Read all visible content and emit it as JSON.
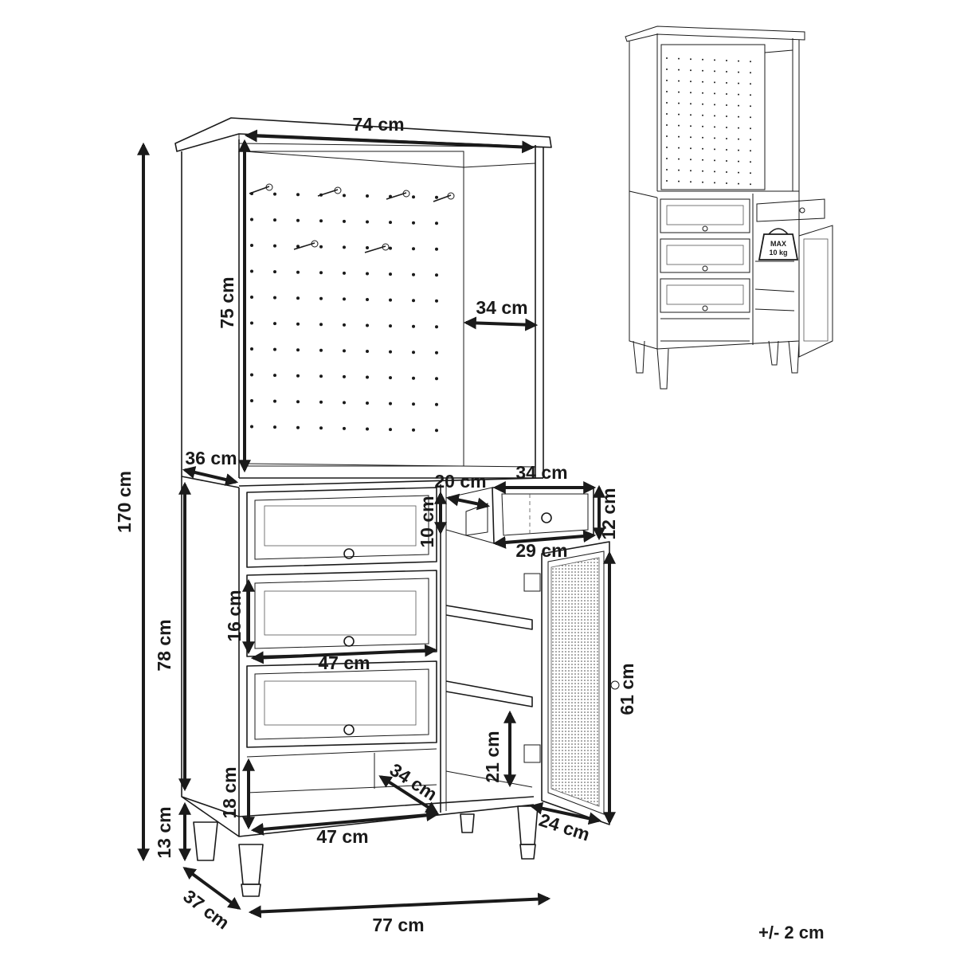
{
  "dimensions": {
    "total_height": "170 cm",
    "top_width": "74 cm",
    "top_height": "75 cm",
    "top_inner_depth": "34 cm",
    "top_depth": "36 cm",
    "drawer_depth": "20 cm",
    "drawer_width_top": "34 cm",
    "drawer_height": "10 cm",
    "drawer_front_height": "12 cm",
    "drawer_width_bottom": "29 cm",
    "big_drawer_height": "16 cm",
    "big_drawer_width": "47 cm",
    "base_height": "78 cm",
    "shelf_height": "18 cm",
    "shelf_depth": "34 cm",
    "shelf_width": "47 cm",
    "leg_height": "13 cm",
    "base_depth": "37 cm",
    "base_width": "77 cm",
    "compartment_height": "21 cm",
    "door_height": "61 cm",
    "door_width": "24 cm"
  },
  "badge": {
    "line1": "MAX",
    "line2": "10 kg"
  },
  "tolerance": "+/- 2 cm",
  "colors": {
    "ink": "#1a1a1a",
    "background": "#ffffff"
  }
}
